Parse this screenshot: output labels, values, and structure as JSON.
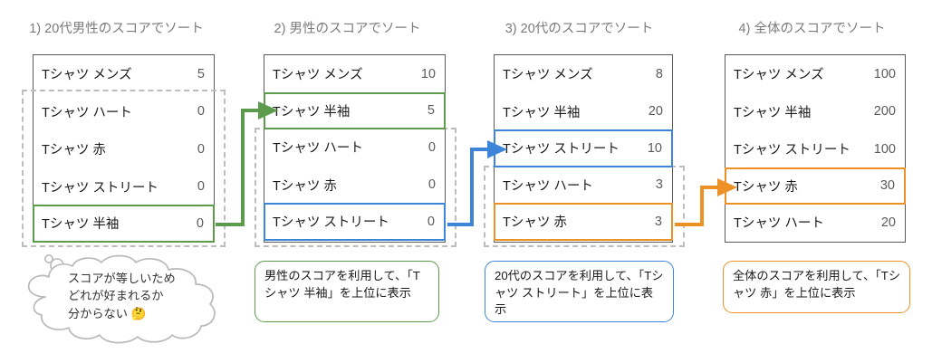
{
  "colors": {
    "green": "#5b9b4b",
    "blue": "#3d85d8",
    "orange": "#ed9127",
    "gray_dashed": "#bdbdbd",
    "table_border": "#5a5a5a",
    "title_text": "#7b7b7b",
    "value_text": "#5a5a5a"
  },
  "panels": [
    {
      "title": "1) 20代男性のスコアでソート",
      "rows": [
        {
          "label": "Tシャツ メンズ",
          "value": "5",
          "highlight": "none"
        },
        {
          "label": "Tシャツ ハート",
          "value": "0",
          "highlight": "none"
        },
        {
          "label": "Tシャツ 赤",
          "value": "0",
          "highlight": "none"
        },
        {
          "label": "Tシャツ ストリート",
          "value": "0",
          "highlight": "none"
        },
        {
          "label": "Tシャツ 半袖",
          "value": "0",
          "highlight": "green"
        }
      ],
      "dashed_group_rows": [
        1,
        2,
        3,
        4
      ]
    },
    {
      "title": "2) 男性のスコアでソート",
      "rows": [
        {
          "label": "Tシャツ メンズ",
          "value": "10",
          "highlight": "none"
        },
        {
          "label": "Tシャツ 半袖",
          "value": "5",
          "highlight": "green"
        },
        {
          "label": "Tシャツ ハート",
          "value": "0",
          "highlight": "none"
        },
        {
          "label": "Tシャツ 赤",
          "value": "0",
          "highlight": "none"
        },
        {
          "label": "Tシャツ ストリート",
          "value": "0",
          "highlight": "blue"
        }
      ],
      "dashed_group_rows": [
        2,
        3,
        4
      ]
    },
    {
      "title": "3) 20代のスコアでソート",
      "rows": [
        {
          "label": "Tシャツ メンズ",
          "value": "8",
          "highlight": "none"
        },
        {
          "label": "Tシャツ 半袖",
          "value": "20",
          "highlight": "none"
        },
        {
          "label": "Tシャツ ストリート",
          "value": "10",
          "highlight": "blue"
        },
        {
          "label": "Tシャツ ハート",
          "value": "3",
          "highlight": "none"
        },
        {
          "label": "Tシャツ 赤",
          "value": "3",
          "highlight": "orange"
        }
      ],
      "dashed_group_rows": [
        3,
        4
      ]
    },
    {
      "title": "4) 全体のスコアでソート",
      "rows": [
        {
          "label": "Tシャツ メンズ",
          "value": "100",
          "highlight": "none"
        },
        {
          "label": "Tシャツ 半袖",
          "value": "200",
          "highlight": "none"
        },
        {
          "label": "Tシャツ ストリート",
          "value": "100",
          "highlight": "none"
        },
        {
          "label": "Tシャツ 赤",
          "value": "30",
          "highlight": "orange"
        },
        {
          "label": "Tシャツ ハート",
          "value": "20",
          "highlight": "none"
        }
      ],
      "dashed_group_rows": []
    }
  ],
  "thought_cloud": {
    "text": "スコアが等しいため\nどれが好まれるか\n分からない ",
    "emoji": "🤔"
  },
  "captions": [
    {
      "text": "男性のスコアを利用して、「Tシャツ 半袖」を上位に表示",
      "color": "green"
    },
    {
      "text": "20代のスコアを利用して、「Tシャツ ストリート」を上位に表示",
      "color": "blue"
    },
    {
      "text": "全体のスコアを利用して、「Tシャツ 赤」を上位に表示",
      "color": "orange"
    }
  ],
  "connectors": [
    {
      "name": "connector-green-panel1-to-panel2",
      "color": "green"
    },
    {
      "name": "connector-blue-panel2-to-panel3",
      "color": "blue"
    },
    {
      "name": "connector-orange-panel3-to-panel4",
      "color": "orange"
    }
  ]
}
